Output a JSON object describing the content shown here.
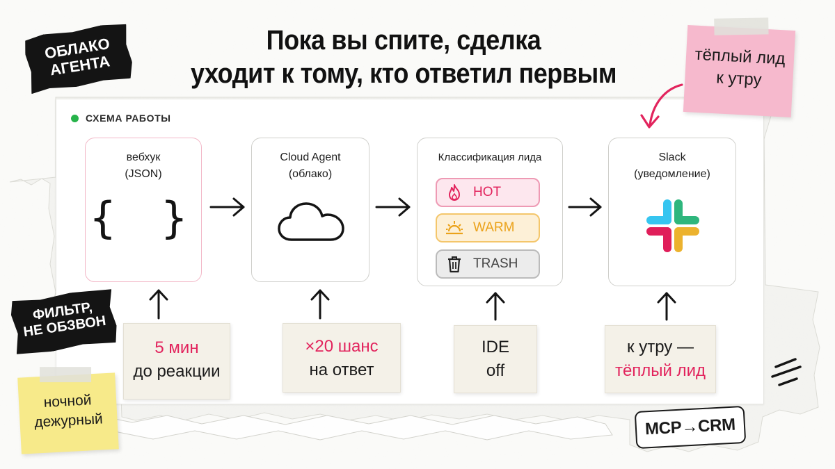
{
  "title": {
    "line1": "Пока вы спите, сделка",
    "line2": "уходит к тому, кто ответил первым"
  },
  "labels": {
    "cloud_line1": "Облако",
    "cloud_line2": "агента",
    "filter_line1": "Фильтр,",
    "filter_line2": "не обзвон"
  },
  "notes": {
    "pink_line1": "тёплый лид",
    "pink_line2": "к утру",
    "yellow_line1": "ночной",
    "yellow_line2": "дежурный"
  },
  "scheme": {
    "label": "СХЕМА РАБОТЫ",
    "dot_color": "#27b34a"
  },
  "cards": {
    "webhook": {
      "title": "вебхук",
      "subtitle": "(JSON)",
      "glyph": "{ }",
      "icon": "braces-icon"
    },
    "agent": {
      "title": "Cloud Agent",
      "subtitle": "(облако)",
      "icon": "cloud-icon"
    },
    "classify": {
      "title": "Классификация лида",
      "pills": [
        {
          "label": "HOT",
          "icon": "flame-icon",
          "color": "#e2245d"
        },
        {
          "label": "WARM",
          "icon": "sunrise-icon",
          "color": "#eba21a"
        },
        {
          "label": "TRASH",
          "icon": "trash-icon",
          "color": "#444444"
        }
      ]
    },
    "slack": {
      "title": "Slack",
      "subtitle": "(уведомление)",
      "icon": "slack-logo-icon"
    }
  },
  "bottom_notes": [
    {
      "highlight": "5 мин",
      "text": "до реакции"
    },
    {
      "highlight": "×20 шанс",
      "text": "на ответ"
    },
    {
      "line1": "IDE",
      "line2": "off"
    },
    {
      "line1": "к утру —",
      "highlight": "тёплый лид"
    }
  ],
  "badge": {
    "label": "MCP→CRM"
  },
  "colors": {
    "accent_pink": "#e2245d",
    "warm_orange": "#eba21a",
    "sticky_pink": "#f6b9cd",
    "sticky_yellow": "#f7ea8a",
    "slack_blue": "#36c5f0",
    "slack_green": "#2eb67d",
    "slack_yellow": "#ecb22e",
    "slack_red": "#e01e5a"
  }
}
